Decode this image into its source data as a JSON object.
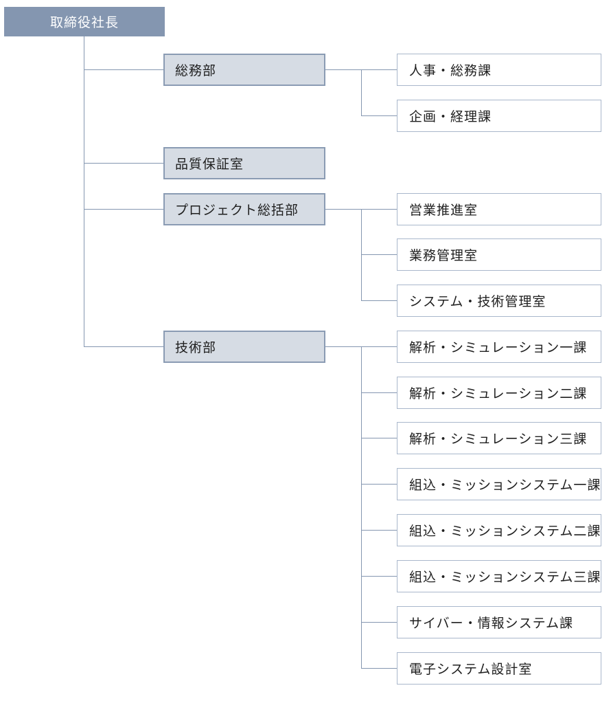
{
  "org_chart": {
    "root": {
      "label": "取締役社長"
    },
    "departments": [
      {
        "label": "総務部",
        "children": [
          {
            "label": "人事・総務課"
          },
          {
            "label": "企画・経理課"
          }
        ]
      },
      {
        "label": "品質保証室",
        "children": []
      },
      {
        "label": "プロジェクト総括部",
        "children": [
          {
            "label": "営業推進室"
          },
          {
            "label": "業務管理室"
          },
          {
            "label": "システム・技術管理室"
          }
        ]
      },
      {
        "label": "技術部",
        "children": [
          {
            "label": "解析・シミュレーション一課"
          },
          {
            "label": "解析・シミュレーション二課"
          },
          {
            "label": "解析・シミュレーション三課"
          },
          {
            "label": "組込・ミッションシステム一課"
          },
          {
            "label": "組込・ミッションシステム二課"
          },
          {
            "label": "組込・ミッションシステム三課"
          },
          {
            "label": "サイバー・情報システム課"
          },
          {
            "label": "電子システム設計室"
          }
        ]
      }
    ],
    "colors": {
      "root_fill": "#8496B0",
      "root_text": "#FFFFFF",
      "dept_fill": "#D6DCE4",
      "dept_border": "#8A9BB3",
      "unit_fill": "#FFFFFF",
      "unit_border": "#A9B7CB",
      "connector": "#8496B0",
      "text": "#1F1F1F",
      "background": "#FFFFFF"
    }
  }
}
